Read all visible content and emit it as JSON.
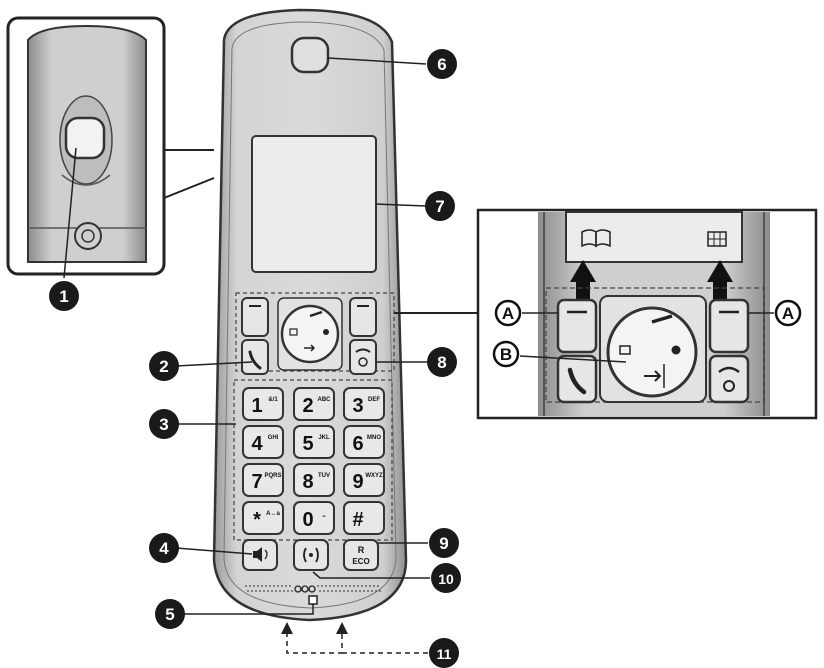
{
  "callouts": [
    {
      "label": "1"
    },
    {
      "label": "2"
    },
    {
      "label": "3"
    },
    {
      "label": "4"
    },
    {
      "label": "5"
    },
    {
      "label": "6"
    },
    {
      "label": "7"
    },
    {
      "label": "8"
    },
    {
      "label": "9"
    },
    {
      "label": "10"
    },
    {
      "label": "11"
    }
  ],
  "letters": {
    "a": "A",
    "b": "B"
  },
  "keypad": [
    {
      "main": "1",
      "sub": "&/1"
    },
    {
      "main": "2",
      "sub": "ABC"
    },
    {
      "main": "3",
      "sub": "DEF"
    },
    {
      "main": "4",
      "sub": "GHI"
    },
    {
      "main": "5",
      "sub": "JKL"
    },
    {
      "main": "6",
      "sub": "MNO"
    },
    {
      "main": "7",
      "sub": "PQRS"
    },
    {
      "main": "8",
      "sub": "TUV"
    },
    {
      "main": "9",
      "sub": "WXYZ"
    },
    {
      "main": "*",
      "sub": "A↔a"
    },
    {
      "main": "0",
      "sub": "⎵"
    },
    {
      "main": "#",
      "sub": ""
    }
  ],
  "keys": {
    "r_top": "R",
    "eco": "ECO"
  },
  "colors": {
    "body": "#d0d0d0",
    "frame": "#5a5a5a",
    "callout": "#1a1a1a",
    "screen": "#ececec"
  },
  "icons": [
    "phonebook-icon",
    "menu-grid-icon",
    "talk-icon",
    "off-icon",
    "speaker-icon",
    "intercom-icon",
    "arrow-up-icon"
  ]
}
